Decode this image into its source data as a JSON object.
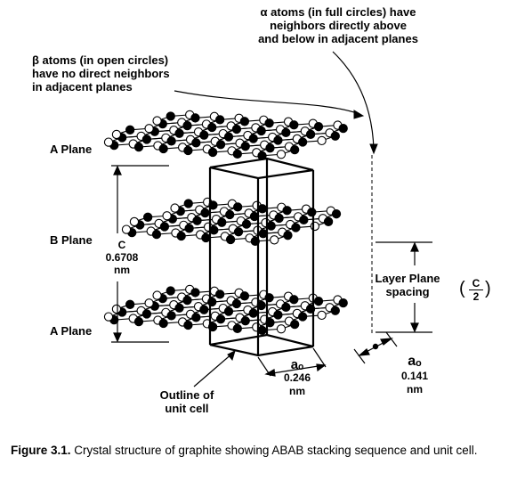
{
  "labels": {
    "alpha_note": [
      "α atoms (in full circles) have",
      "neighbors directly above",
      "and below in adjacent planes"
    ],
    "beta_note": [
      "β atoms (in open circles)",
      "have no direct neighbors",
      "in adjacent planes"
    ],
    "plane_a_top": "A Plane",
    "plane_b": "B Plane",
    "plane_a_bottom": "A Plane",
    "c_symbol": "C",
    "c_value": "0.6708",
    "c_unit": "nm",
    "layer_spacing_1": "Layer Plane",
    "layer_spacing_2": "spacing",
    "frac_num": "C",
    "frac_den": "2",
    "paren_open": "(",
    "paren_close": ")",
    "a0_lattice_symbol": "aₒ",
    "a0_lattice_value": "0.246",
    "a0_lattice_unit": "nm",
    "a0_bond_symbol": "aₒ",
    "a0_bond_value": "0.141",
    "a0_bond_unit": "nm",
    "unit_cell_1": "Outline of",
    "unit_cell_2": "unit cell"
  },
  "caption": {
    "figure_label": "Figure 3.1.",
    "text": "Crystal structure of graphite showing ABAB stacking sequence and unit cell."
  },
  "colors": {
    "alpha_atom": "#000000",
    "beta_atom": "#ffffff",
    "bond": "#000000"
  }
}
